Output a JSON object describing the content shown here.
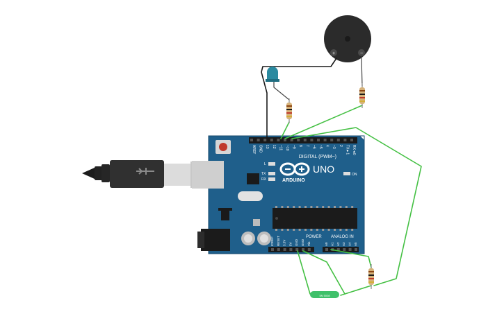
{
  "board": {
    "header_labels": [
      "AREF",
      "GND",
      "13",
      "12",
      "~11",
      "~10",
      "~9",
      "8",
      "7",
      "~6",
      "~5",
      "4",
      "~3",
      "2",
      "TX►1",
      "RX◄0"
    ],
    "digital_label": "DIGITAL (PWM~)",
    "uno_label": "UNO",
    "brand_label": "ARDUINO",
    "led_l_label": "L",
    "led_tx_label": "TX",
    "led_rx_label": "RX",
    "on_label": "ON",
    "power_label": "POWER",
    "analog_label": "ANALOG IN",
    "power_pins": [
      "IOREF",
      "RESET",
      "3.3V",
      "5V",
      "GND",
      "GND",
      "Vin"
    ],
    "analog_pins": [
      "A0",
      "A1",
      "A2",
      "A3",
      "A4",
      "A5"
    ]
  },
  "buzzer": {
    "plus_label": "+",
    "minus_label": "−"
  },
  "sensor": {
    "label": "5N 5008"
  },
  "colors": {
    "board": "#1f5f8b",
    "board_dark": "#174a6e",
    "wire_green": "#44c043",
    "wire_black": "#1a1a1a",
    "led": "#2a8aa0",
    "buzzer": "#2b2b2b",
    "resistor": "#d6b27a",
    "sensor": "#3fc06a"
  }
}
